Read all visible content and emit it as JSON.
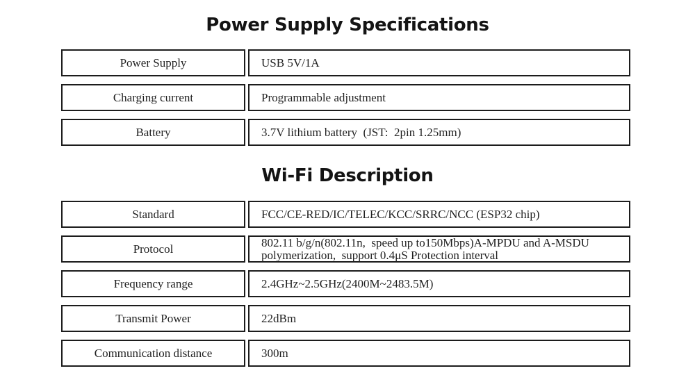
{
  "sections": [
    {
      "title": "Power Supply Specifications",
      "rows": [
        {
          "label": "Power Supply",
          "value": "USB 5V/1A"
        },
        {
          "label": "Charging current",
          "value": "Programmable adjustment"
        },
        {
          "label": "Battery",
          "value": "3.7V lithium battery  (JST:  2pin 1.25mm)"
        }
      ]
    },
    {
      "title": "Wi-Fi Description",
      "rows": [
        {
          "label": "Standard",
          "value": "FCC/CE-RED/IC/TELEC/KCC/SRRC/NCC (ESP32 chip)"
        },
        {
          "label": "Protocol",
          "value": "802.11 b/g/n(802.11n,  speed up to150Mbps)A-MPDU and A-MSDU polymerization,  support 0.4μS Protection interval"
        },
        {
          "label": "Frequency range",
          "value": "2.4GHz~2.5GHz(2400M~2483.5M)"
        },
        {
          "label": "Transmit Power",
          "value": "22dBm"
        },
        {
          "label": "Communication distance",
          "value": "300m"
        }
      ]
    }
  ],
  "colors": {
    "background": "#ffffff",
    "border": "#1c1c1c",
    "text": "#1f1f1f"
  }
}
